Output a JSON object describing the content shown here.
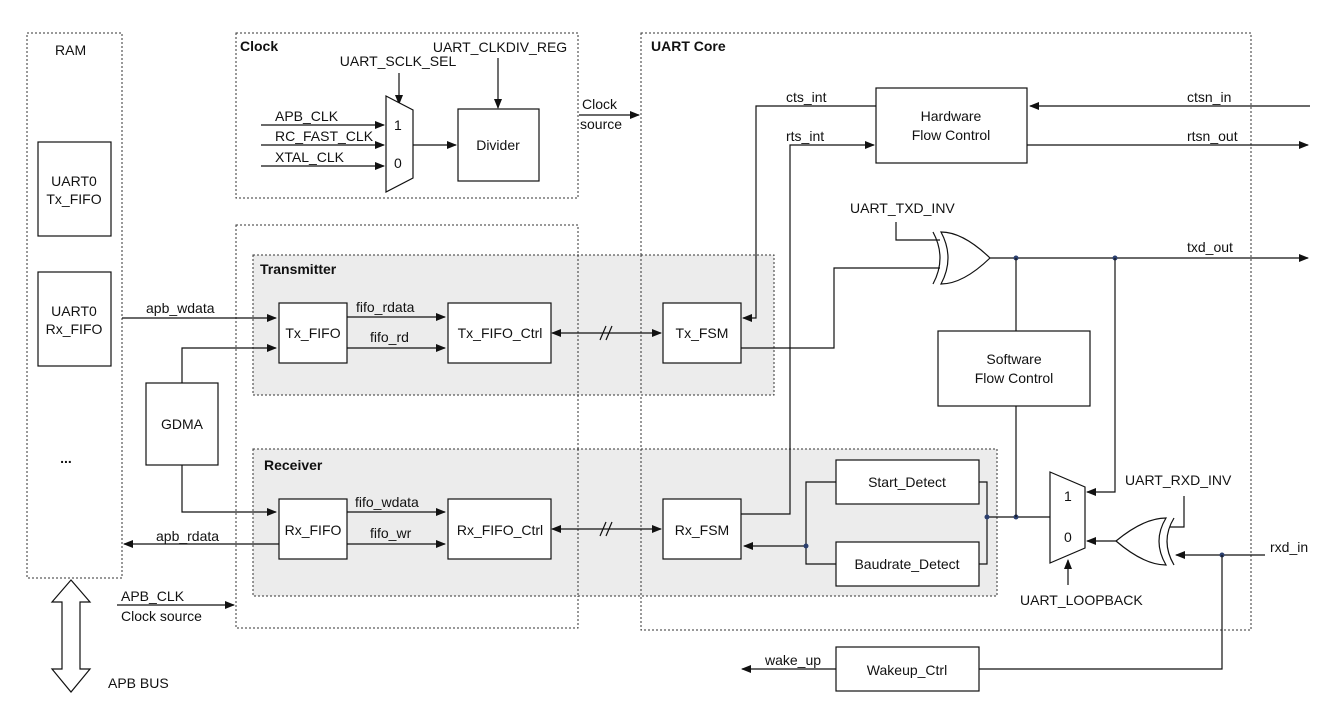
{
  "groups": {
    "ram": "RAM",
    "clock": "Clock",
    "uart_core": "UART Core",
    "transmitter": "Transmitter",
    "receiver": "Receiver"
  },
  "blocks": {
    "uart0_tx_fifo_1": "UART0",
    "uart0_tx_fifo_2": "Tx_FIFO",
    "uart0_rx_fifo_1": "UART0",
    "uart0_rx_fifo_2": "Rx_FIFO",
    "ram_more": "...",
    "gdma": "GDMA",
    "divider": "Divider",
    "tx_fifo": "Tx_FIFO",
    "tx_fifo_ctrl": "Tx_FIFO_Ctrl",
    "tx_fsm": "Tx_FSM",
    "rx_fifo": "Rx_FIFO",
    "rx_fifo_ctrl": "Rx_FIFO_Ctrl",
    "rx_fsm": "Rx_FSM",
    "hw_flow_1": "Hardware",
    "hw_flow_2": "Flow Control",
    "sw_flow_1": "Software",
    "sw_flow_2": "Flow Control",
    "start_detect": "Start_Detect",
    "baudrate_detect": "Baudrate_Detect",
    "wakeup_ctrl": "Wakeup_Ctrl",
    "mux_in1": "1",
    "mux_in0": "0",
    "mux2_in1": "1",
    "mux2_in0": "0"
  },
  "signals": {
    "uart_sclk_sel": "UART_SCLK_SEL",
    "uart_clkdiv_reg": "UART_CLKDIV_REG",
    "apb_clk_in": "APB_CLK",
    "rc_fast_clk": "RC_FAST_CLK",
    "xtal_clk": "XTAL_CLK",
    "clock_source_1": "Clock",
    "clock_source_2": "source",
    "apb_wdata": "apb_wdata",
    "apb_rdata": "apb_rdata",
    "fifo_rdata": "fifo_rdata",
    "fifo_rd": "fifo_rd",
    "fifo_wdata": "fifo_wdata",
    "fifo_wr": "fifo_wr",
    "cts_int": "cts_int",
    "rts_int": "rts_int",
    "ctsn_in": "ctsn_in",
    "rtsn_out": "rtsn_out",
    "uart_txd_inv": "UART_TXD_INV",
    "txd_out": "txd_out",
    "uart_rxd_inv": "UART_RXD_INV",
    "rxd_in": "rxd_in",
    "uart_loopback": "UART_LOOPBACK",
    "wake_up": "wake_up",
    "apb_clk_bottom": "APB_CLK",
    "clock_source_bottom": "Clock source",
    "apb_bus": "APB BUS"
  }
}
